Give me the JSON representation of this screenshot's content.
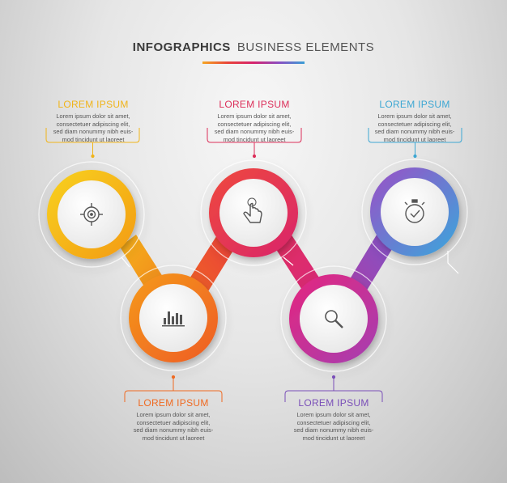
{
  "header": {
    "title_bold": "INFOGRAPHICS",
    "title_light": "BUSINESS ELEMENTS"
  },
  "steps": [
    {
      "title": "LOREM IPSUM",
      "lines": [
        "Lorem ipsum dolor sit amet,",
        "consectetuer adipiscing elit,",
        "sed diam nonummy nibh euis-",
        "mod tincidunt ut laoreet"
      ],
      "color": "#f5b51e",
      "icon": "target-icon"
    },
    {
      "title": "LOREM IPSUM",
      "lines": [
        "Lorem ipsum dolor sit amet,",
        "consectetuer adipiscing elit,",
        "sed diam nonummy nibh euis-",
        "mod tincidunt ut laoreet"
      ],
      "color": "#f07a1f",
      "icon": "bar-chart-icon"
    },
    {
      "title": "LOREM IPSUM",
      "lines": [
        "Lorem ipsum dolor sit amet,",
        "consectetuer adipiscing elit,",
        "sed diam nonummy nibh euis-",
        "mod tincidunt ut laoreet"
      ],
      "color": "#e2364f",
      "icon": "hand-pointer-icon"
    },
    {
      "title": "LOREM IPSUM",
      "lines": [
        "Lorem ipsum dolor sit amet,",
        "consectetuer adipiscing elit,",
        "sed diam nonummy nibh euis-",
        "mod tincidunt ut laoreet"
      ],
      "color": "#d82a8e",
      "icon": "magnifier-icon"
    },
    {
      "title": "LOREM IPSUM",
      "lines": [
        "Lorem ipsum dolor sit amet,",
        "consectetuer adipiscing elit,",
        "sed diam nonummy nibh euis-",
        "mod tincidunt ut laoreet"
      ],
      "color": "#4aa6d6",
      "icon": "stopwatch-icon"
    }
  ],
  "colors": {
    "step1_title": "#f0b41a",
    "step2_title": "#ef6a22",
    "step3_title": "#dc2f5a",
    "step4_title": "#7a4fb8",
    "step5_title": "#3da7d3"
  }
}
